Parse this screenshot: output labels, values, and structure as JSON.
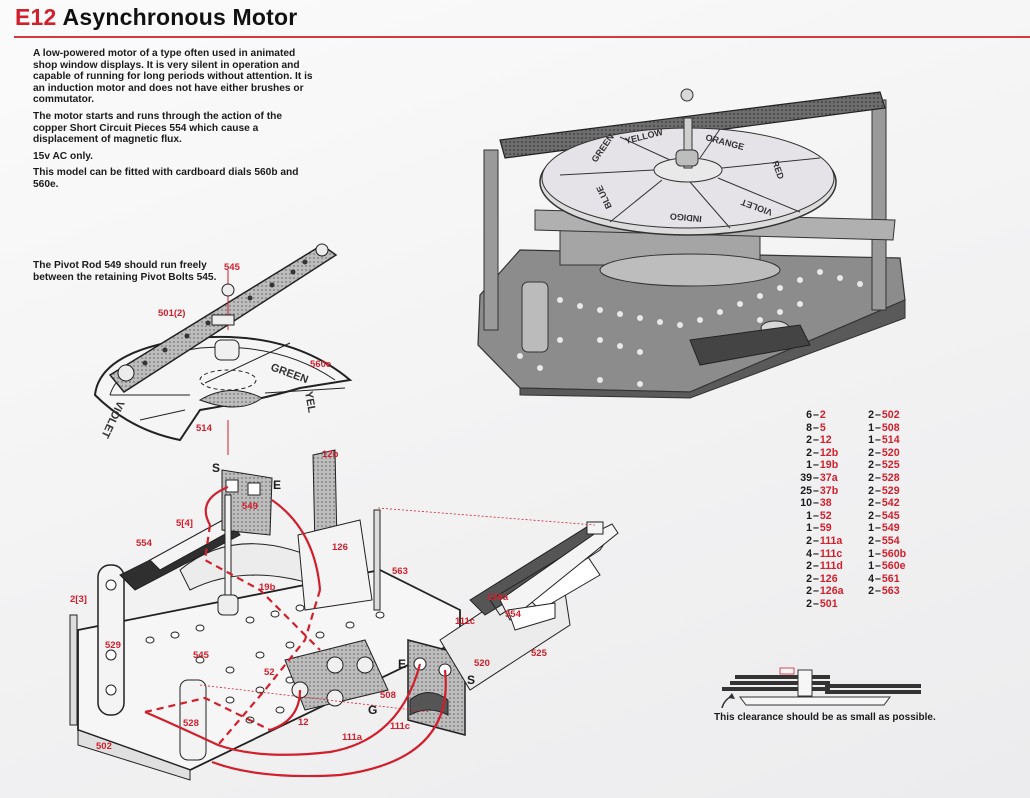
{
  "header": {
    "code": "E12",
    "title": "Asynchronous Motor"
  },
  "intro": {
    "paragraphs": [
      "A low-powered motor of a type often used in animated shop window displays. It is very silent in operation and capable of running for long periods without attention. It is an induction motor and does not have either brushes or commutator.",
      "The motor starts and runs through the action of the copper Short Circuit Pieces 554 which cause a displacement of magnetic flux.",
      "15v AC only.",
      "This model can be fitted with cardboard dials 560b and 560e."
    ]
  },
  "pivot_note": "The Pivot Rod 549 should run freely between the retaining Pivot Bolts 545.",
  "clearance_note": "This clearance should be as small as possible.",
  "dial_colors": [
    "GREEN",
    "YELLOW",
    "ORANGE",
    "RED",
    "VIOLET",
    "INDIGO",
    "BLUE"
  ],
  "exploded_dial_labels": [
    "GREEN",
    "YEL",
    "VIOLET"
  ],
  "terminal_letters": {
    "s1": "S",
    "e1": "E",
    "e2": "E",
    "s2": "S",
    "g": "G"
  },
  "callouts": {
    "c545a": "545",
    "c501": "501(2)",
    "c560e": "560e",
    "c514": "514",
    "c549": "549",
    "c12b": "12b",
    "c54": "5[4]",
    "c554a": "554",
    "c126": "126",
    "c563": "563",
    "c19b": "19b",
    "c23": "2[3]",
    "c529": "529",
    "c545b": "545",
    "c52": "52",
    "c528": "528",
    "c502": "502",
    "c12": "12",
    "c508": "508",
    "c111a": "111a",
    "c111c_a": "111c",
    "c111c_b": "111c",
    "c520": "520",
    "c126a": "126a",
    "c554b": "554",
    "c525": "525"
  },
  "parts_list": {
    "left": [
      {
        "qty": "6",
        "part": "2"
      },
      {
        "qty": "8",
        "part": "5"
      },
      {
        "qty": "2",
        "part": "12"
      },
      {
        "qty": "2",
        "part": "12b"
      },
      {
        "qty": "1",
        "part": "19b"
      },
      {
        "qty": "39",
        "part": "37a"
      },
      {
        "qty": "25",
        "part": "37b"
      },
      {
        "qty": "10",
        "part": "38"
      },
      {
        "qty": "1",
        "part": "52"
      },
      {
        "qty": "1",
        "part": "59"
      },
      {
        "qty": "2",
        "part": "111a"
      },
      {
        "qty": "4",
        "part": "111c"
      },
      {
        "qty": "2",
        "part": "111d"
      },
      {
        "qty": "2",
        "part": "126"
      },
      {
        "qty": "2",
        "part": "126a"
      },
      {
        "qty": "2",
        "part": "501"
      }
    ],
    "right": [
      {
        "qty": "2",
        "part": "502"
      },
      {
        "qty": "1",
        "part": "508"
      },
      {
        "qty": "1",
        "part": "514"
      },
      {
        "qty": "2",
        "part": "520"
      },
      {
        "qty": "2",
        "part": "525"
      },
      {
        "qty": "2",
        "part": "528"
      },
      {
        "qty": "2",
        "part": "529"
      },
      {
        "qty": "2",
        "part": "542"
      },
      {
        "qty": "2",
        "part": "545"
      },
      {
        "qty": "1",
        "part": "549"
      },
      {
        "qty": "2",
        "part": "554"
      },
      {
        "qty": "1",
        "part": "560b"
      },
      {
        "qty": "1",
        "part": "560e"
      },
      {
        "qty": "4",
        "part": "561"
      },
      {
        "qty": "2",
        "part": "563"
      }
    ]
  },
  "colors": {
    "accent": "#d11f2c",
    "ink": "#1b1b1b",
    "rule": "#d63a3f"
  }
}
